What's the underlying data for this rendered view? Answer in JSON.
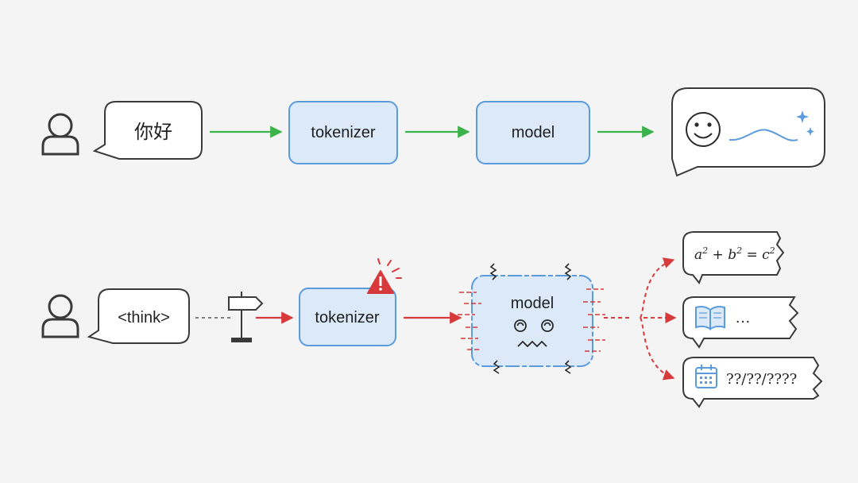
{
  "top_row": {
    "input_text": "你好",
    "tokenizer_label": "tokenizer",
    "model_label": "model",
    "output_icons": [
      "smiley-face-icon",
      "wave-line-icon",
      "sparkle-icon"
    ]
  },
  "bottom_row": {
    "input_text": "<think>",
    "tokenizer_label": "tokenizer",
    "model_label": "model",
    "outputs": [
      {
        "icon": "formula",
        "text": ""
      },
      {
        "icon": "book-icon",
        "text": "…"
      },
      {
        "icon": "calendar-icon",
        "text": "??/??/????"
      }
    ]
  },
  "colors": {
    "node_fill": "#dbe9f9",
    "node_stroke": "#5b9bdc",
    "ok_arrow": "#3bb34a",
    "error_arrow": "#d63a3a",
    "outline": "#3a3a3a",
    "accent": "#5b9bdc"
  }
}
